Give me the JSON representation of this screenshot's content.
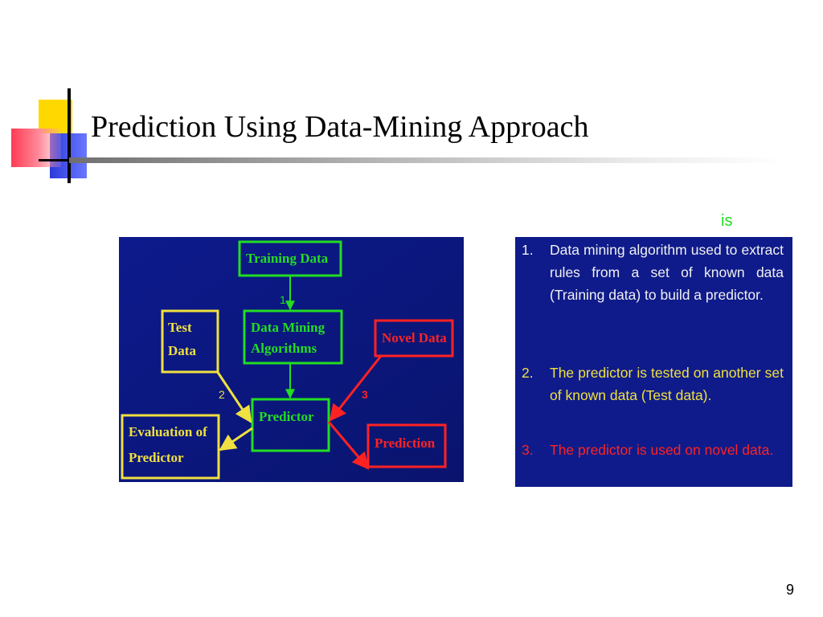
{
  "slide": {
    "title": "Prediction Using Data-Mining Approach",
    "stray_text": "is",
    "page_number": "9"
  },
  "diagram": {
    "colors": {
      "background": "#0f1b8a",
      "green": "#22dd22",
      "yellow": "#f0e040",
      "red": "#ff2222"
    },
    "boxes": {
      "training_data": "Training Data",
      "data_mining": [
        "Data Mining",
        "Algorithms"
      ],
      "test_data": [
        "Test",
        "Data"
      ],
      "novel_data": "Novel Data",
      "predictor": "Predictor",
      "evaluation": [
        "Evaluation of",
        "Predictor"
      ],
      "prediction": "Prediction"
    },
    "step_numbers": [
      "1",
      "2",
      "3"
    ]
  },
  "steps": [
    {
      "number": "1.",
      "text": "Data mining algorithm used to extract rules from a set of known data (Training data) to build a predictor.",
      "color": "#f0f0f0"
    },
    {
      "number": "2.",
      "text": "The predictor is tested on another set of known data (Test data).",
      "color": "#f0e040"
    },
    {
      "number": "3.",
      "text": "The predictor is used on novel data.",
      "color": "#ff2222"
    }
  ]
}
